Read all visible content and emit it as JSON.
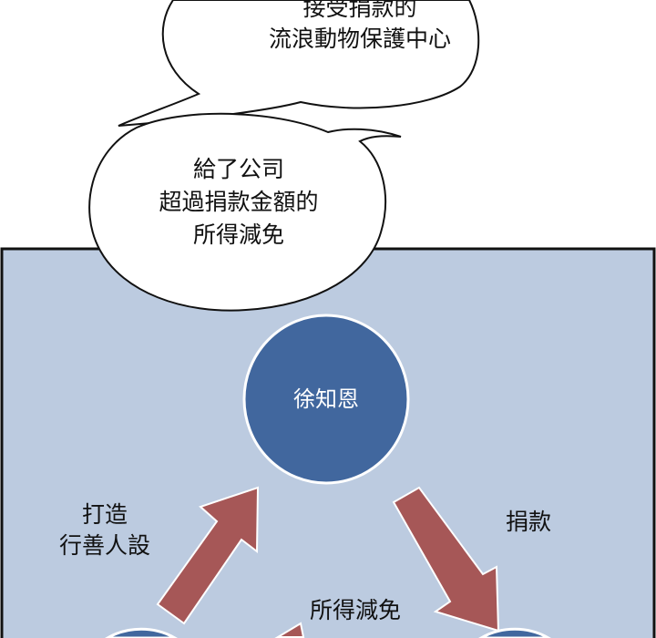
{
  "bubble_top": {
    "lines": [
      "接受捐款的",
      "流浪動物保護中心"
    ]
  },
  "bubble_bottom": {
    "lines": [
      "給了公司",
      "超過捐款金額的",
      "所得減免"
    ]
  },
  "diagram": {
    "center_node": "徐知恩",
    "left_label": [
      "打造",
      "行善人設"
    ],
    "right_label": "捐款",
    "bottom_label": "所得減免"
  },
  "colors": {
    "panel": "#bccbe0",
    "node": "#41679e",
    "arrow": "#a65757"
  }
}
